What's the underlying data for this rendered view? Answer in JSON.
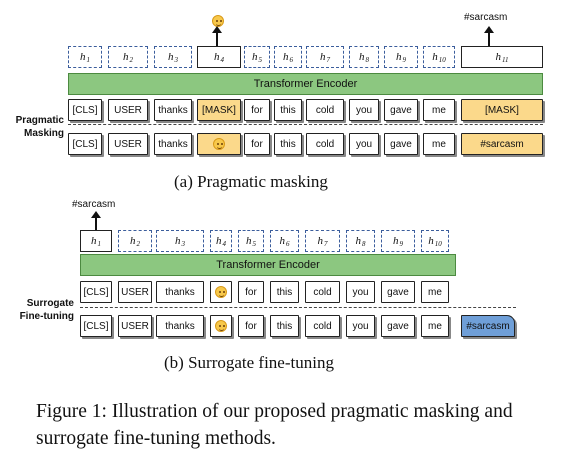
{
  "panel_a": {
    "hidden_states": [
      {
        "base": "h",
        "sub": "1"
      },
      {
        "base": "h",
        "sub": "2"
      },
      {
        "base": "h",
        "sub": "3"
      },
      {
        "base": "h",
        "sub": "4"
      },
      {
        "base": "h",
        "sub": "5"
      },
      {
        "base": "h",
        "sub": "6"
      },
      {
        "base": "h",
        "sub": "7"
      },
      {
        "base": "h",
        "sub": "8"
      },
      {
        "base": "h",
        "sub": "9"
      },
      {
        "base": "h",
        "sub": "10"
      },
      {
        "base": "h",
        "sub": "11"
      }
    ],
    "encoder_label": "Transformer Encoder",
    "masked_tokens": [
      "[CLS]",
      "USER",
      "thanks",
      "[MASK]",
      "for",
      "this",
      "cold",
      "you",
      "gave",
      "me",
      "[MASK]"
    ],
    "input_tokens": [
      "[CLS]",
      "USER",
      "thanks",
      "",
      "for",
      "this",
      "cold",
      "you",
      "gave",
      "me",
      "#sarcasm"
    ],
    "prediction_label": "#sarcasm",
    "emoji_name": "smiling-face-emoji",
    "side_label_line1": "Pragmatic",
    "side_label_line2": "Masking",
    "caption": "(a) Pragmatic masking"
  },
  "panel_b": {
    "hidden_states": [
      {
        "base": "h",
        "sub": "1"
      },
      {
        "base": "h",
        "sub": "2"
      },
      {
        "base": "h",
        "sub": "3"
      },
      {
        "base": "h",
        "sub": "4"
      },
      {
        "base": "h",
        "sub": "5"
      },
      {
        "base": "h",
        "sub": "6"
      },
      {
        "base": "h",
        "sub": "7"
      },
      {
        "base": "h",
        "sub": "8"
      },
      {
        "base": "h",
        "sub": "9"
      },
      {
        "base": "h",
        "sub": "10"
      }
    ],
    "encoder_label": "Transformer Encoder",
    "model_tokens": [
      "[CLS]",
      "USER",
      "thanks",
      "",
      "for",
      "this",
      "cold",
      "you",
      "gave",
      "me"
    ],
    "input_tokens": [
      "[CLS]",
      "USER",
      "thanks",
      "",
      "for",
      "this",
      "cold",
      "you",
      "gave",
      "me",
      "#sarcasm"
    ],
    "prediction_label": "#sarcasm",
    "side_label_line1": "Surrogate",
    "side_label_line2": "Fine-tuning",
    "caption": "(b) Surrogate fine-tuning"
  },
  "figure_caption": "Figure 1: Illustration of our proposed pragmatic masking and surrogate fine-tuning methods.",
  "colors": {
    "encoder_green": "#8cc780",
    "mask_yellow": "#fbd98b",
    "label_blue": "#6f9fd8",
    "dashed_border": "#3b5d9c"
  }
}
